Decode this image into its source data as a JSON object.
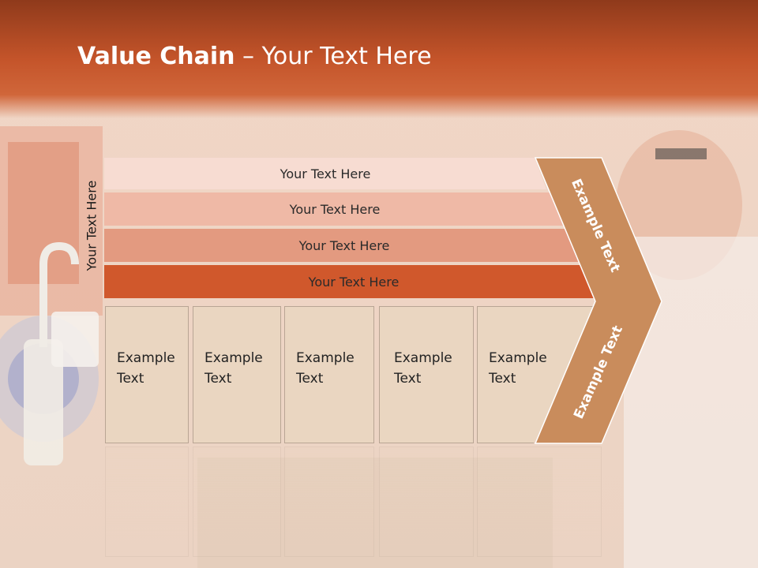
{
  "title": {
    "bold": "Value Chain",
    "rest": " – Your Text Here"
  },
  "side_label": "Your Text Here",
  "bars": [
    {
      "label": "Your Text Here",
      "color": "#f7dcd2"
    },
    {
      "label": "Your Text Here",
      "color": "#efb9a6"
    },
    {
      "label": "Your Text Here",
      "color": "#e39a80"
    },
    {
      "label": "Your Text Here",
      "color": "#d0582c"
    }
  ],
  "boxes": [
    {
      "line1": "Example",
      "line2": "Text"
    },
    {
      "line1": "Example",
      "line2": "Text"
    },
    {
      "line1": "Example",
      "line2": "Text"
    },
    {
      "line1": "Example",
      "line2": "Text"
    },
    {
      "line1": "Example",
      "line2": "Text"
    }
  ],
  "chevron": {
    "top_text": "Example Text",
    "bottom_text": "Example Text",
    "color": "#c98c5c"
  }
}
